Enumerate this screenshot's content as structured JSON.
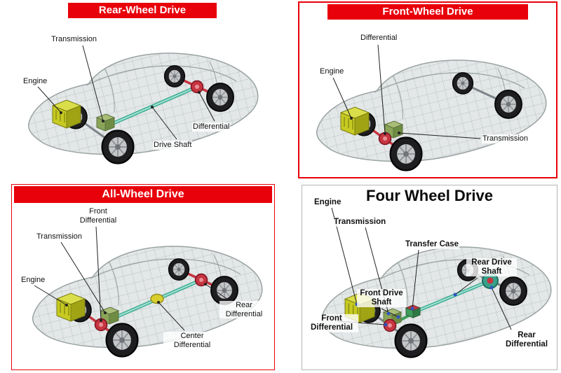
{
  "panels": [
    {
      "id": "rear-wheel-drive",
      "title": "Rear-Wheel Drive",
      "labels": {
        "transmission": "Transmission",
        "engine": "Engine",
        "differential": "Differential",
        "drive_shaft": "Drive Shaft"
      }
    },
    {
      "id": "front-wheel-drive",
      "title": "Front-Wheel Drive",
      "labels": {
        "differential": "Differential",
        "engine": "Engine",
        "transmission": "Transmission"
      }
    },
    {
      "id": "all-wheel-drive",
      "title": "All-Wheel Drive",
      "labels": {
        "front_differential": "Front Differential",
        "transmission": "Transmission",
        "engine": "Engine",
        "rear_differential": "Rear Differential",
        "center_differential": "Center Differential"
      }
    },
    {
      "id": "four-wheel-drive",
      "title": "Four Wheel Drive",
      "labels": {
        "engine": "Engine",
        "transmission": "Transmission",
        "transfer_case": "Transfer Case",
        "rear_drive_shaft": "Rear Drive Shaft",
        "front_drive_shaft": "Front Drive Shaft",
        "front_differential": "Front Differential",
        "rear_differential": "Rear Differential"
      }
    }
  ],
  "colors": {
    "banner_red": "#e8000a",
    "engine_yellow": "#dade4a",
    "transmission_green": "#8aa458",
    "drive_shaft_teal": "#3fae95",
    "differential_red": "#c63540",
    "center_differential_yellow": "#d8cf2e",
    "rear_differential_teal_4wd": "#38a08a",
    "car_body_gray": "#e3e7e7"
  }
}
